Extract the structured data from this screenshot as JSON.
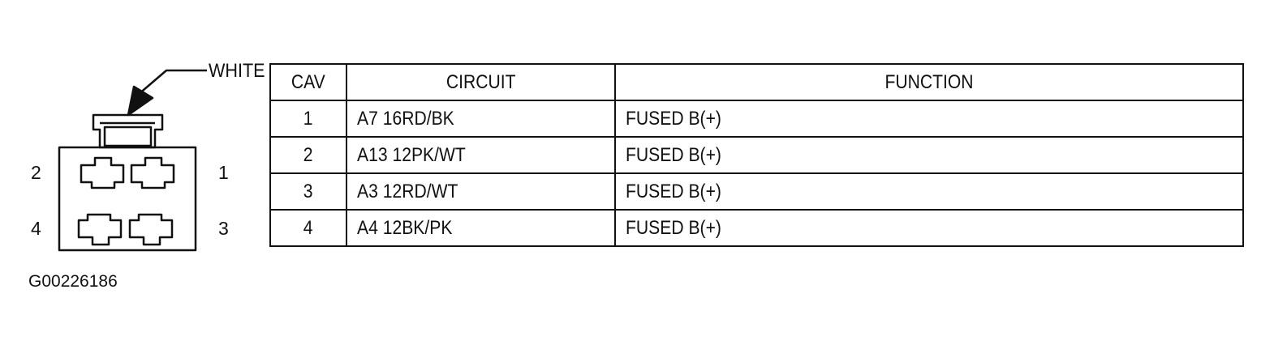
{
  "connector": {
    "color_label": "WHITE",
    "pin_labels": {
      "pin_2": "2",
      "pin_1": "1",
      "pin_4": "4",
      "pin_3": "3"
    }
  },
  "table": {
    "headers": {
      "cav": "CAV",
      "circuit": "CIRCUIT",
      "function": "FUNCTION"
    },
    "rows": [
      {
        "cav": "1",
        "circuit": "A7 16RD/BK",
        "function": "FUSED B(+)"
      },
      {
        "cav": "2",
        "circuit": "A13 12PK/WT",
        "function": "FUSED B(+)"
      },
      {
        "cav": "3",
        "circuit": "A3 12RD/WT",
        "function": "FUSED B(+)"
      },
      {
        "cav": "4",
        "circuit": "A4 12BK/PK",
        "function": "FUSED B(+)"
      }
    ]
  },
  "figure_id": "G00226186"
}
